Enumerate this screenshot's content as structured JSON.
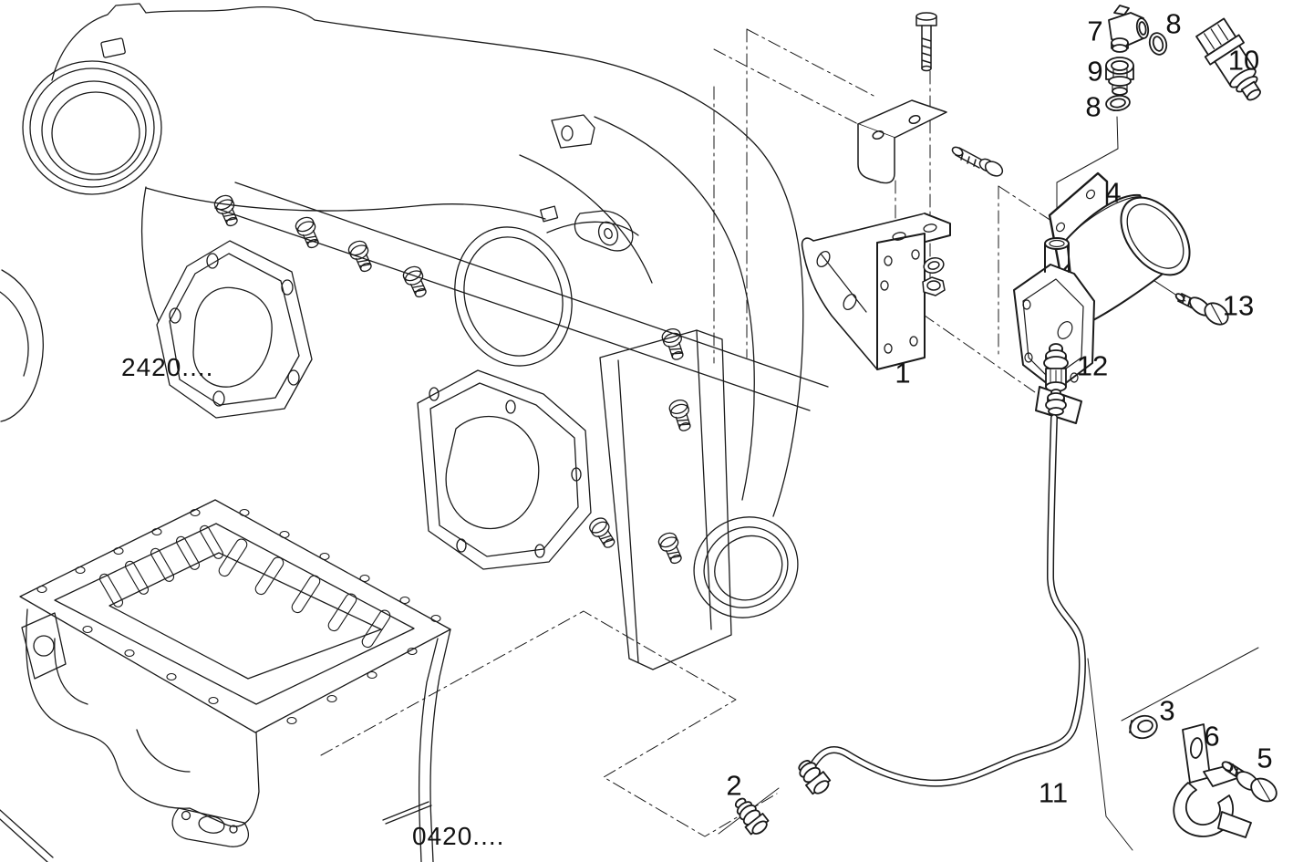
{
  "page": {
    "background": "#ffffff",
    "line_color": "#1a1a1a"
  },
  "references": {
    "upper": "2420....",
    "lower": "0420...."
  },
  "callouts": [
    {
      "label": "7"
    },
    {
      "label": "8"
    },
    {
      "label": "9"
    },
    {
      "label": "10"
    },
    {
      "label": "8"
    },
    {
      "label": "4"
    },
    {
      "label": "13"
    },
    {
      "label": "12"
    },
    {
      "label": "1"
    },
    {
      "label": "2"
    },
    {
      "label": "11"
    },
    {
      "label": "3"
    },
    {
      "label": "6"
    },
    {
      "label": "5"
    }
  ]
}
